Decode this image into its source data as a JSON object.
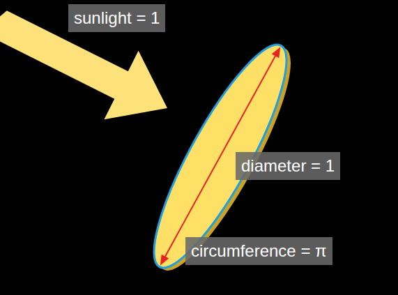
{
  "diagram": {
    "labels": [
      "sunlight = 1",
      "diameter = 1",
      "circumference = π"
    ]
  }
}
